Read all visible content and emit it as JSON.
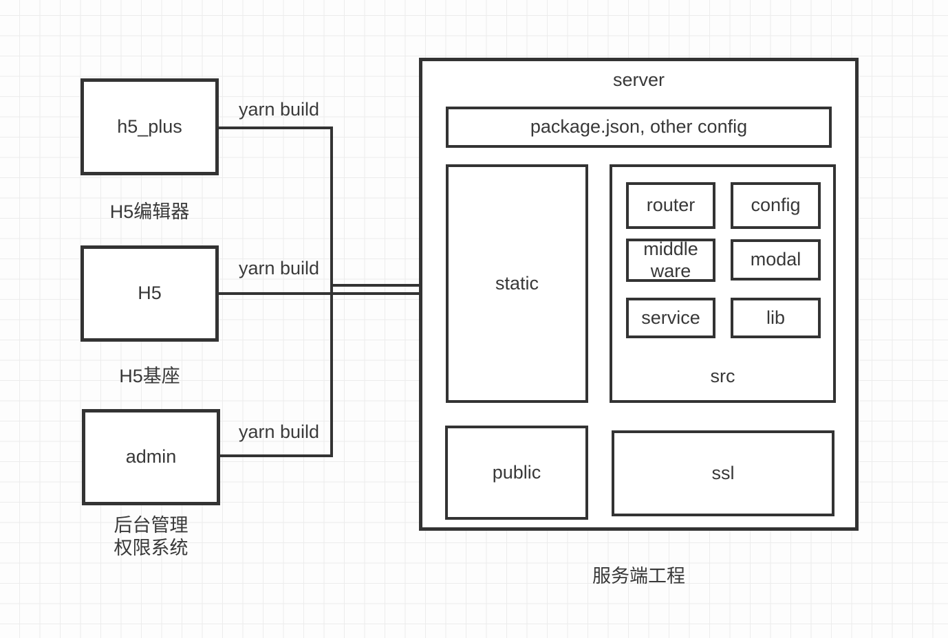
{
  "clients": [
    {
      "label": "h5_plus",
      "caption": "H5编辑器",
      "action": "yarn build"
    },
    {
      "label": "H5",
      "caption": "H5基座",
      "action": "yarn build"
    },
    {
      "label": "admin",
      "caption": "后台管理\n权限系统",
      "action": "yarn build"
    }
  ],
  "server": {
    "title": "server",
    "caption": "服务端工程",
    "config_box_label": "package.json, other config",
    "static_label": "static",
    "public_label": "public",
    "ssl_label": "ssl",
    "src": {
      "label": "src",
      "modules": [
        "router",
        "config",
        "middle ware",
        "modal",
        "service",
        "lib"
      ]
    }
  },
  "colors": {
    "stroke": "#333333",
    "text": "#383838",
    "grid": "#ececec",
    "background": "#fdfdfd",
    "node_fill": "#ffffff"
  }
}
